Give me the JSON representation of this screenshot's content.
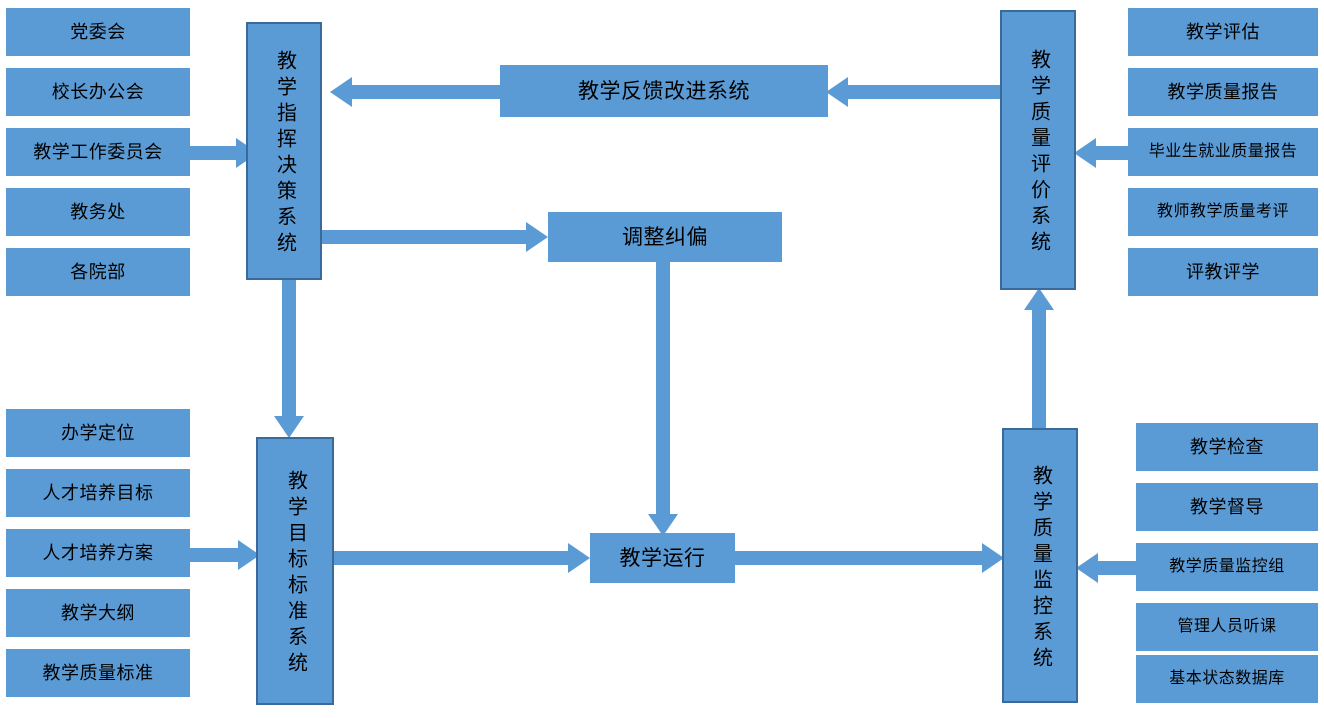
{
  "theme": {
    "box_fill": "#5B9BD5",
    "box_border": "#3A6A9A",
    "arrow_color": "#5B9BD5",
    "text_color": "#000000",
    "page_background": "#ffffff"
  },
  "diagram": {
    "type": "flowchart",
    "systems": {
      "command_decision": "教学指挥决策系统",
      "goal_standard": "教学目标标准系统",
      "quality_evaluation": "教学质量评价系统",
      "quality_monitoring": "教学质量监控系统"
    },
    "processes": {
      "feedback_improvement": "教学反馈改进系统",
      "adjust_correct": "调整纠偏",
      "teaching_operation": "教学运行"
    },
    "top_left_inputs": [
      "党委会",
      "校长办公会",
      "教学工作委员会",
      "教务处",
      "各院部"
    ],
    "bottom_left_inputs": [
      "办学定位",
      "人才培养目标",
      "人才培养方案",
      "教学大纲",
      "教学质量标准"
    ],
    "top_right_inputs": [
      "教学评估",
      "教学质量报告",
      "毕业生就业质量报告",
      "教师教学质量考评",
      "评教评学"
    ],
    "bottom_right_inputs": [
      "教学检查",
      "教学督导",
      "教学质量监控组",
      "管理人员听课",
      "基本状态数据库"
    ],
    "connections": [
      {
        "from": "教学工作委员会",
        "to": "教学指挥决策系统",
        "direction": "right"
      },
      {
        "from": "教学反馈改进系统",
        "to": "教学指挥决策系统",
        "direction": "left"
      },
      {
        "from": "教学质量评价系统",
        "to": "教学反馈改进系统",
        "direction": "left"
      },
      {
        "from": "教学指挥决策系统",
        "to": "调整纠偏",
        "direction": "right"
      },
      {
        "from": "教学指挥决策系统",
        "to": "教学目标标准系统",
        "direction": "down"
      },
      {
        "from": "调整纠偏",
        "to": "教学运行",
        "direction": "down"
      },
      {
        "from": "人才培养方案",
        "to": "教学目标标准系统",
        "direction": "right"
      },
      {
        "from": "教学目标标准系统",
        "to": "教学运行",
        "direction": "right"
      },
      {
        "from": "教学运行",
        "to": "教学质量监控系统",
        "direction": "right"
      },
      {
        "from": "教学质量监控组",
        "to": "教学质量监控系统",
        "direction": "left"
      },
      {
        "from": "教学质量监控系统",
        "to": "教学质量评价系统",
        "direction": "up"
      },
      {
        "from": "毕业生就业质量报告",
        "to": "教学质量评价系统",
        "direction": "left"
      }
    ]
  }
}
